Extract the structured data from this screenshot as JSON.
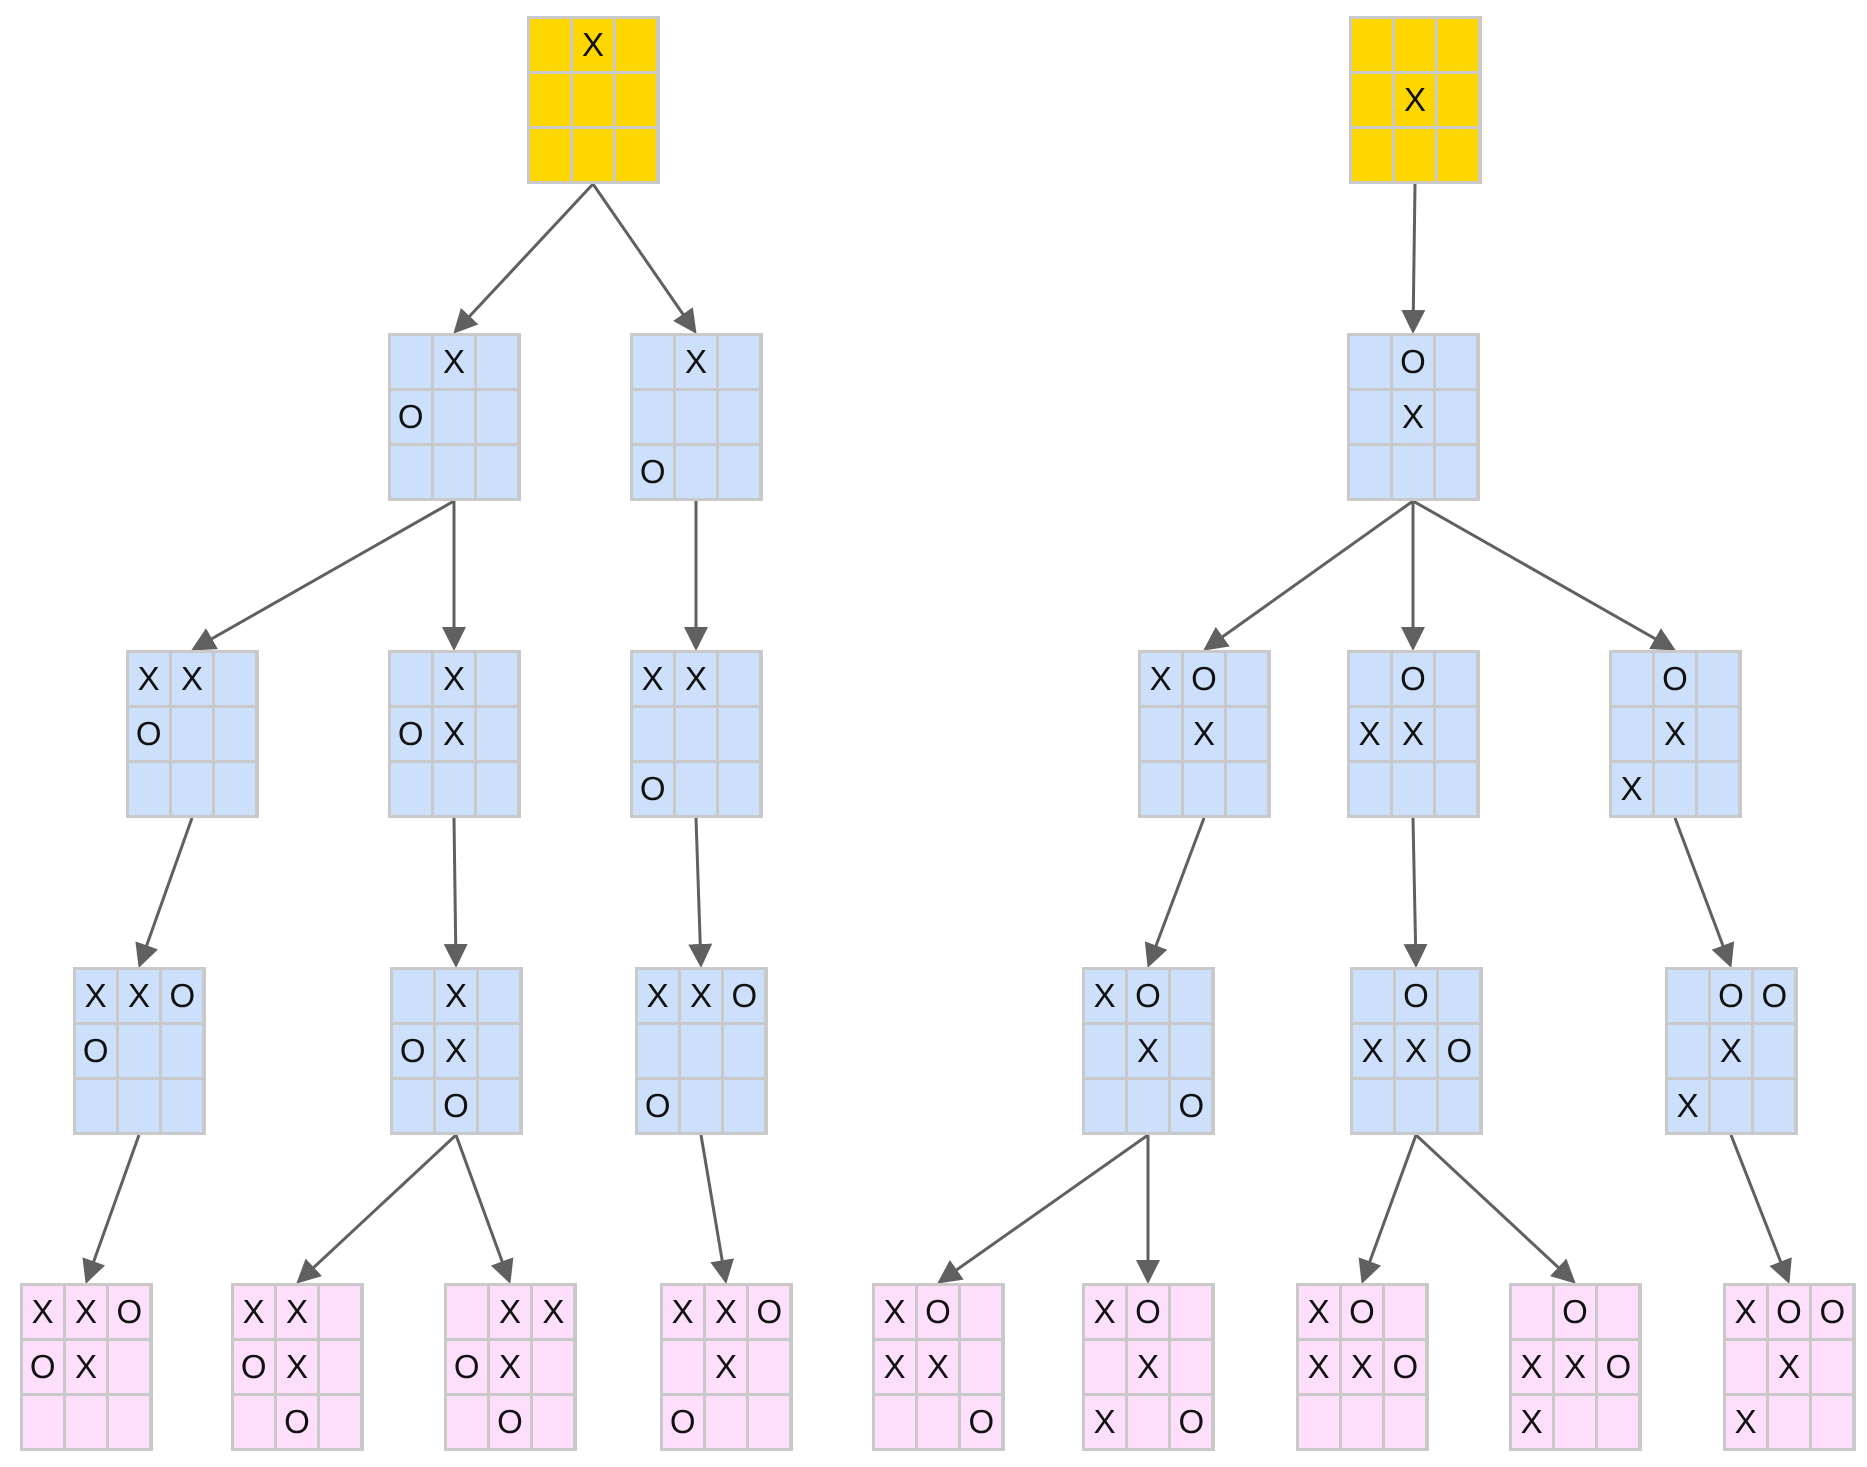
{
  "colors": {
    "root": "#ffd700",
    "internal": "#cce0fc",
    "leaf": "#fddffc",
    "border": "#c9c9c9",
    "edge": "#606060"
  },
  "nodes": [
    {
      "id": "a0",
      "kind": "root",
      "cells": [
        "",
        "X",
        "",
        "",
        "",
        "",
        "",
        "",
        ""
      ]
    },
    {
      "id": "a1",
      "kind": "internal",
      "cells": [
        "",
        "X",
        "",
        "O",
        "",
        "",
        "",
        "",
        ""
      ]
    },
    {
      "id": "a2",
      "kind": "internal",
      "cells": [
        "",
        "X",
        "",
        "",
        "",
        "",
        "O",
        "",
        ""
      ]
    },
    {
      "id": "a3",
      "kind": "internal",
      "cells": [
        "X",
        "X",
        "",
        "O",
        "",
        "",
        "",
        "",
        ""
      ]
    },
    {
      "id": "a4",
      "kind": "internal",
      "cells": [
        "",
        "X",
        "",
        "O",
        "X",
        "",
        "",
        "",
        ""
      ]
    },
    {
      "id": "a5",
      "kind": "internal",
      "cells": [
        "X",
        "X",
        "",
        "",
        "",
        "",
        "O",
        "",
        ""
      ]
    },
    {
      "id": "a6",
      "kind": "internal",
      "cells": [
        "X",
        "X",
        "O",
        "O",
        "",
        "",
        "",
        "",
        ""
      ]
    },
    {
      "id": "a7",
      "kind": "internal",
      "cells": [
        "",
        "X",
        "",
        "O",
        "X",
        "",
        "",
        "O",
        ""
      ]
    },
    {
      "id": "a8",
      "kind": "internal",
      "cells": [
        "X",
        "X",
        "O",
        "",
        "",
        "",
        "O",
        "",
        ""
      ]
    },
    {
      "id": "a9",
      "kind": "leaf",
      "cells": [
        "X",
        "X",
        "O",
        "O",
        "X",
        "",
        "",
        "",
        ""
      ]
    },
    {
      "id": "a10",
      "kind": "leaf",
      "cells": [
        "X",
        "X",
        "",
        "O",
        "X",
        "",
        "",
        "O",
        ""
      ]
    },
    {
      "id": "a11",
      "kind": "leaf",
      "cells": [
        "",
        "X",
        "X",
        "O",
        "X",
        "",
        "",
        "O",
        ""
      ]
    },
    {
      "id": "a12",
      "kind": "leaf",
      "cells": [
        "X",
        "X",
        "O",
        "",
        "X",
        "",
        "O",
        "",
        ""
      ]
    },
    {
      "id": "b0",
      "kind": "root",
      "cells": [
        "",
        "",
        "",
        "",
        "X",
        "",
        "",
        "",
        ""
      ]
    },
    {
      "id": "b1",
      "kind": "internal",
      "cells": [
        "",
        "O",
        "",
        "",
        "X",
        "",
        "",
        "",
        ""
      ]
    },
    {
      "id": "b2",
      "kind": "internal",
      "cells": [
        "X",
        "O",
        "",
        "",
        "X",
        "",
        "",
        "",
        ""
      ]
    },
    {
      "id": "b3",
      "kind": "internal",
      "cells": [
        "",
        "O",
        "",
        "X",
        "X",
        "",
        "",
        "",
        ""
      ]
    },
    {
      "id": "b4",
      "kind": "internal",
      "cells": [
        "",
        "O",
        "",
        "",
        "X",
        "",
        "X",
        "",
        ""
      ]
    },
    {
      "id": "b5",
      "kind": "internal",
      "cells": [
        "X",
        "O",
        "",
        "",
        "X",
        "",
        "",
        "",
        "O"
      ]
    },
    {
      "id": "b6",
      "kind": "internal",
      "cells": [
        "",
        "O",
        "",
        "X",
        "X",
        "O",
        "",
        "",
        ""
      ]
    },
    {
      "id": "b7",
      "kind": "internal",
      "cells": [
        "",
        "O",
        "O",
        "",
        "X",
        "",
        "X",
        "",
        ""
      ]
    },
    {
      "id": "b8",
      "kind": "leaf",
      "cells": [
        "X",
        "O",
        "",
        "X",
        "X",
        "",
        "",
        "",
        "O"
      ]
    },
    {
      "id": "b9",
      "kind": "leaf",
      "cells": [
        "X",
        "O",
        "",
        "",
        "X",
        "",
        "X",
        "",
        "O"
      ]
    },
    {
      "id": "b10",
      "kind": "leaf",
      "cells": [
        "X",
        "O",
        "",
        "X",
        "X",
        "O",
        "",
        "",
        ""
      ]
    },
    {
      "id": "b11",
      "kind": "leaf",
      "cells": [
        "",
        "O",
        "",
        "X",
        "X",
        "O",
        "X",
        "",
        ""
      ]
    },
    {
      "id": "b12",
      "kind": "leaf",
      "cells": [
        "X",
        "O",
        "O",
        "",
        "X",
        "",
        "X",
        "",
        ""
      ]
    }
  ],
  "edges": [
    [
      "a0",
      "a1"
    ],
    [
      "a0",
      "a2"
    ],
    [
      "a1",
      "a3"
    ],
    [
      "a1",
      "a4"
    ],
    [
      "a2",
      "a5"
    ],
    [
      "a3",
      "a6"
    ],
    [
      "a4",
      "a7"
    ],
    [
      "a5",
      "a8"
    ],
    [
      "a6",
      "a9"
    ],
    [
      "a7",
      "a10"
    ],
    [
      "a7",
      "a11"
    ],
    [
      "a8",
      "a12"
    ],
    [
      "b0",
      "b1"
    ],
    [
      "b1",
      "b2"
    ],
    [
      "b1",
      "b3"
    ],
    [
      "b1",
      "b4"
    ],
    [
      "b2",
      "b5"
    ],
    [
      "b3",
      "b6"
    ],
    [
      "b4",
      "b7"
    ],
    [
      "b5",
      "b8"
    ],
    [
      "b5",
      "b9"
    ],
    [
      "b6",
      "b10"
    ],
    [
      "b6",
      "b11"
    ],
    [
      "b7",
      "b12"
    ]
  ]
}
